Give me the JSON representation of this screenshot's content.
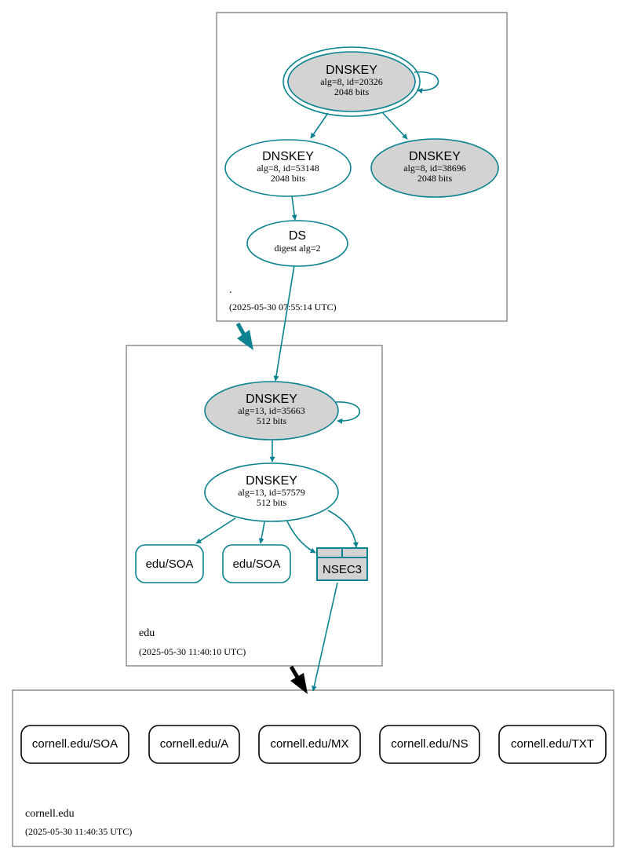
{
  "colors": {
    "edge": "#0a8290",
    "ksk_fill": "#d3d3d3",
    "key_fill": "#ffffff",
    "zone_border": "#555555",
    "black": "#000000"
  },
  "zones": {
    "root": {
      "name": ".",
      "time": "(2025-05-30 07:55:14 UTC)"
    },
    "edu": {
      "name": "edu",
      "time": "(2025-05-30 11:40:10 UTC)"
    },
    "cornell": {
      "name": "cornell.edu",
      "time": "(2025-05-30 11:40:35 UTC)"
    }
  },
  "nodes": {
    "root_ksk": {
      "title": "DNSKEY",
      "line1": "alg=8, id=20326",
      "line2": "2048 bits"
    },
    "root_zsk": {
      "title": "DNSKEY",
      "line1": "alg=8, id=53148",
      "line2": "2048 bits"
    },
    "root_key3": {
      "title": "DNSKEY",
      "line1": "alg=8, id=38696",
      "line2": "2048 bits"
    },
    "root_ds": {
      "title": "DS",
      "line1": "digest alg=2"
    },
    "edu_ksk": {
      "title": "DNSKEY",
      "line1": "alg=13, id=35663",
      "line2": "512 bits"
    },
    "edu_zsk": {
      "title": "DNSKEY",
      "line1": "alg=13, id=57579",
      "line2": "512 bits"
    },
    "edu_soa1": {
      "label": "edu/SOA"
    },
    "edu_soa2": {
      "label": "edu/SOA"
    },
    "edu_nsec3": {
      "label": "NSEC3"
    },
    "cornell_records": [
      {
        "label": "cornell.edu/SOA"
      },
      {
        "label": "cornell.edu/A"
      },
      {
        "label": "cornell.edu/MX"
      },
      {
        "label": "cornell.edu/NS"
      },
      {
        "label": "cornell.edu/TXT"
      }
    ]
  }
}
